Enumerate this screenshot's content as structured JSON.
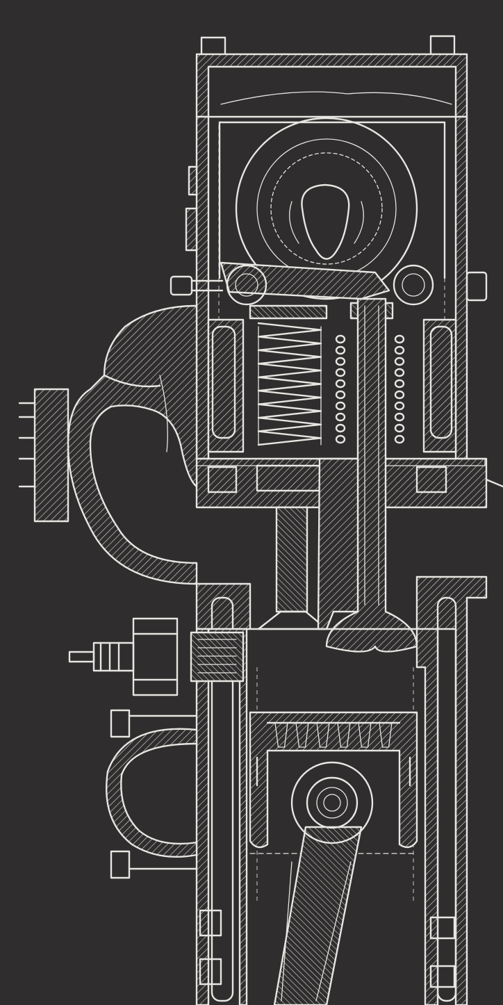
{
  "drawing": {
    "subject": "engine-cylinder-cross-section",
    "style": "white-line-on-dark",
    "colors": {
      "background": "#2f2d2d",
      "ink": "#e8e6e2"
    },
    "hatching": "45-degree-section-lines",
    "labels": []
  }
}
